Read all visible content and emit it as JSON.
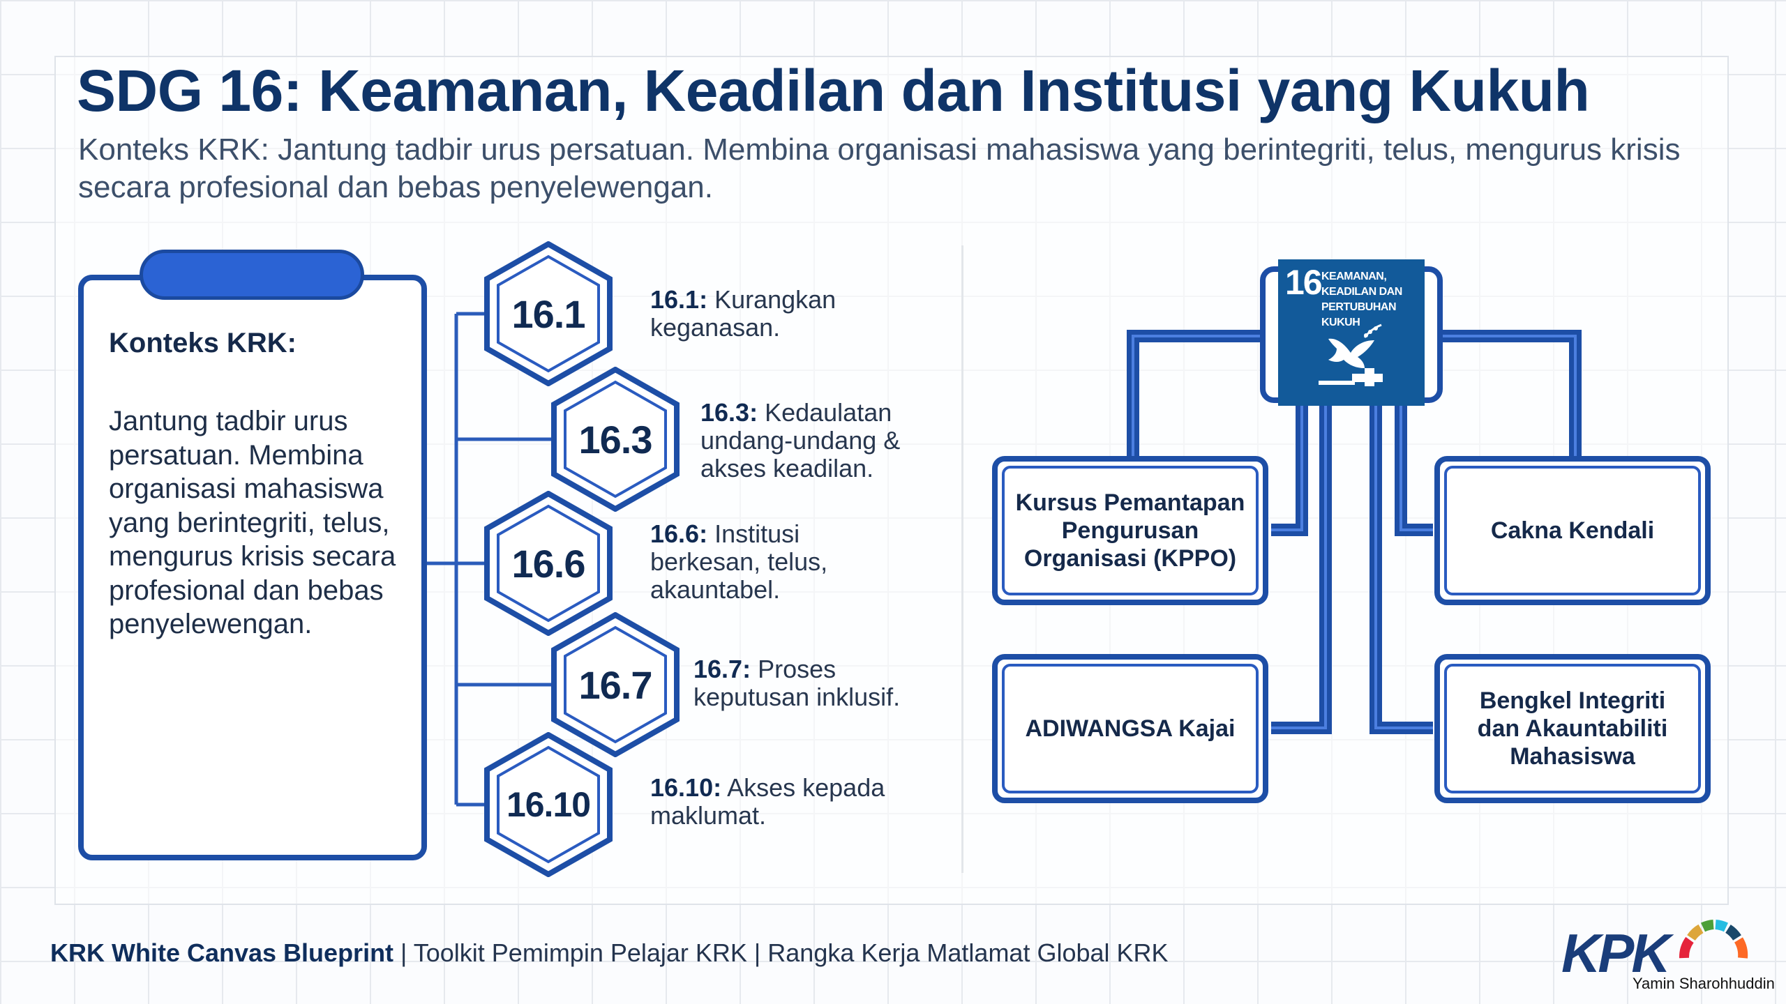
{
  "header": {
    "title": "SDG 16: Keamanan, Keadilan dan Institusi yang Kukuh",
    "subtitle": "Konteks KRK: Jantung tadbir urus persatuan. Membina organisasi mahasiswa yang berintegriti, telus, mengurus krisis secara profesional dan bebas penyelewengan."
  },
  "clipboard": {
    "heading": "Konteks KRK:",
    "body": "Jantung tadbir urus persatuan. Membina organisasi mahasiswa yang berintegriti, telus, mengurus krisis secara profesional dan bebas penyelewengan."
  },
  "targets": [
    {
      "code": "16.1",
      "label": "16.1:",
      "text": "Kurangkan keganasan."
    },
    {
      "code": "16.3",
      "label": "16.3:",
      "text": "Kedaulatan undang-undang & akses keadilan."
    },
    {
      "code": "16.6",
      "label": "16.6:",
      "text": "Institusi berkesan, telus, akauntabel."
    },
    {
      "code": "16.7",
      "label": "16.7:",
      "text": "Proses keputusan inklusif."
    },
    {
      "code": "16.10",
      "label": "16.10:",
      "text": "Akses kepada maklumat."
    }
  ],
  "sdg_tile": {
    "number": "16",
    "name": "Keamanan, Keadilan dan Pertubuhan Kukuh",
    "color": "#125a9a"
  },
  "programs": [
    {
      "label": "Kursus Pemantapan Pengurusan Organisasi (KPPO)"
    },
    {
      "label": "Cakna Kendali"
    },
    {
      "label": "ADIWANGSA Kajai"
    },
    {
      "label": "Bengkel Integriti dan Akauntabiliti Mahasiswa"
    }
  ],
  "footer": {
    "bold": "KRK White Canvas Blueprint",
    "rest": " | Toolkit Pemimpin Pelajar KRK | Rangka Kerja Matlamat Global KRK"
  },
  "logo": {
    "text": "KPK"
  },
  "author": "Yamin Sharohhuddin",
  "colors": {
    "accent": "#1d4ea6",
    "title": "#0f3468",
    "sdg16": "#125a9a"
  }
}
